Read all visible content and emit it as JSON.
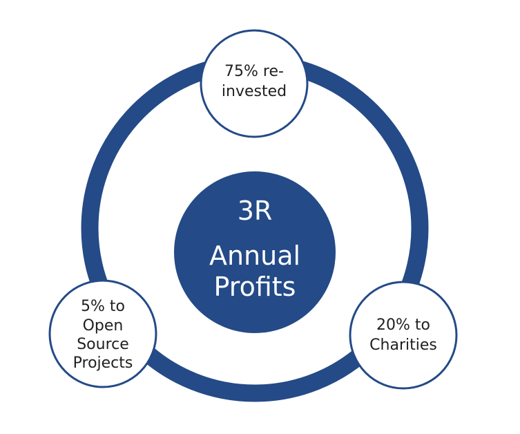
{
  "colors": {
    "primary": "#244a87",
    "node_fill": "#ffffff",
    "node_text": "#1f1f1f",
    "center_text": "#ffffff",
    "background": "#ffffff"
  },
  "center": {
    "title": "3R",
    "subtitle_line1": "Annual",
    "subtitle_line2": "Profits"
  },
  "nodes": {
    "reinvested": {
      "line1": "75% re-",
      "line2": "invested"
    },
    "charities": {
      "line1": "20% to",
      "line2": "Charities"
    },
    "open_source": {
      "line1": "5% to",
      "line2": "Open",
      "line3": "Source",
      "line4": "Projects"
    }
  }
}
